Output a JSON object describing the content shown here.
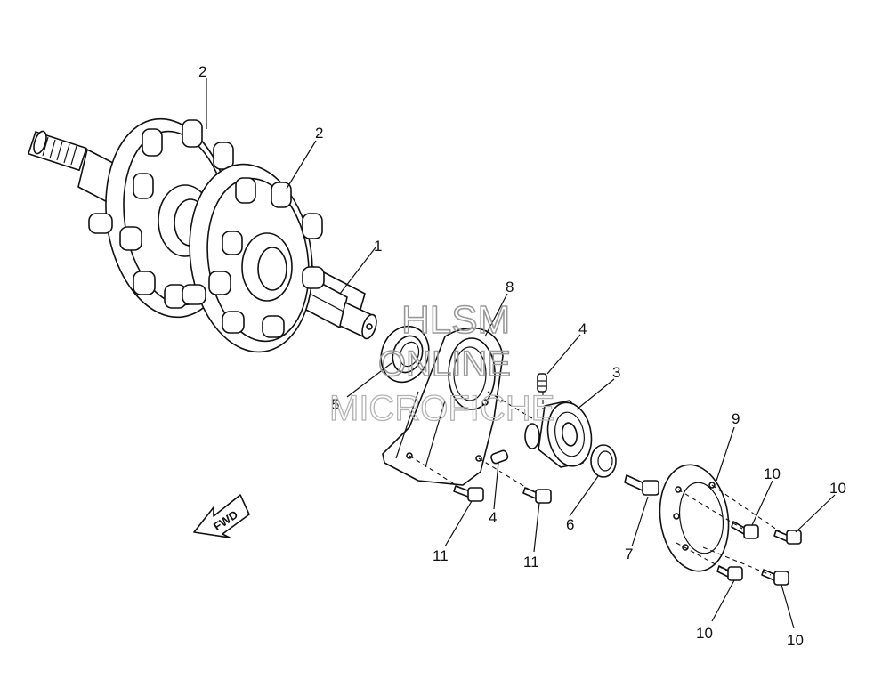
{
  "callouts": {
    "c1": "1",
    "c2a": "2",
    "c2b": "2",
    "c3": "3",
    "c4a": "4",
    "c4b": "4",
    "c5": "5",
    "c6": "6",
    "c7": "7",
    "c8": "8",
    "c9": "9",
    "c10a": "10",
    "c10b": "10",
    "c10c": "10",
    "c10d": "10",
    "c11a": "11",
    "c11b": "11"
  },
  "watermark": {
    "line1": "HLSM",
    "line2": "ONLINE",
    "line3": "MICROFICHE"
  },
  "fwd_label": "FWD"
}
